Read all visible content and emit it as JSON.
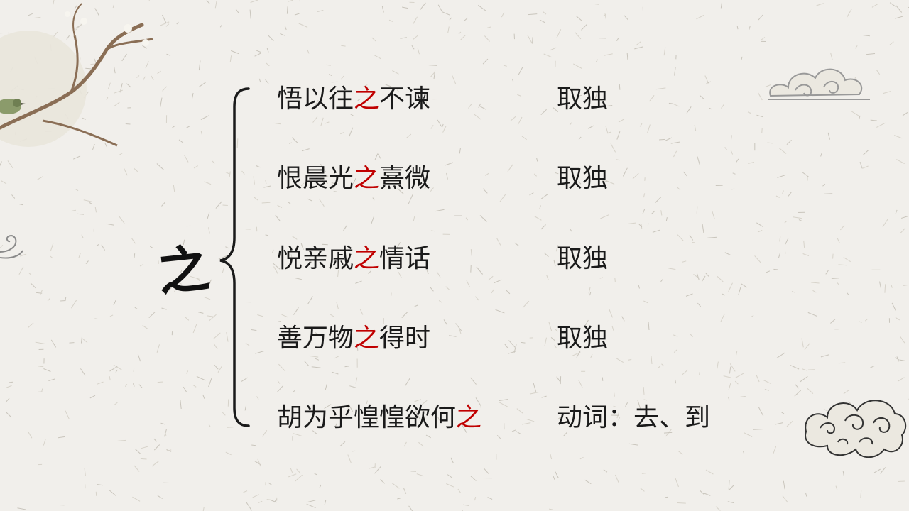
{
  "keyword": "之",
  "rows": [
    {
      "pre": "悟以往",
      "hl": "之",
      "post": "不谏",
      "meaning": "取独"
    },
    {
      "pre": "恨晨光",
      "hl": "之",
      "post": "熹微",
      "meaning": "取独"
    },
    {
      "pre": "悦亲戚",
      "hl": "之",
      "post": "情话",
      "meaning": "取独"
    },
    {
      "pre": "善万物",
      "hl": "之",
      "post": "得时",
      "meaning": "取独"
    },
    {
      "pre": "胡为乎惶惶欲何",
      "hl": "之",
      "post": "",
      "meaning": "动词：去、到"
    }
  ],
  "colors": {
    "highlight": "#c00000",
    "text": "#1a1a1a",
    "background": "#f1efeb"
  }
}
